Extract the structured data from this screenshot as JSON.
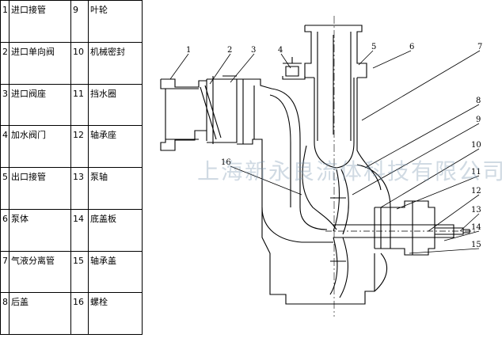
{
  "legend": [
    {
      "n1": "1",
      "t1": "进口接管",
      "n2": "9",
      "t2": "叶轮"
    },
    {
      "n1": "2",
      "t1": "进口单向阀",
      "n2": "10",
      "t2": "机械密封"
    },
    {
      "n1": "3",
      "t1": "进口阀座",
      "n2": "11",
      "t2": "挡水圈"
    },
    {
      "n1": "4",
      "t1": "加水阀门",
      "n2": "12",
      "t2": "轴承座"
    },
    {
      "n1": "5",
      "t1": "出口接管",
      "n2": "13",
      "t2": "泵轴"
    },
    {
      "n1": "6",
      "t1": "泵体",
      "n2": "14",
      "t2": "底盖板"
    },
    {
      "n1": "7",
      "t1": "气液分离管",
      "n2": "15",
      "t2": "轴承盖"
    },
    {
      "n1": "8",
      "t1": "后盖",
      "n2": "16",
      "t2": "螺栓"
    }
  ],
  "diagram": {
    "callouts": [
      "1",
      "2",
      "3",
      "4",
      "5",
      "6",
      "7",
      "8",
      "9",
      "10",
      "11",
      "12",
      "13",
      "14",
      "15",
      "16"
    ],
    "watermark": "上海新永良流体科技有限公司"
  },
  "colors": {
    "line": "#000000",
    "watermark": "#7896af"
  }
}
